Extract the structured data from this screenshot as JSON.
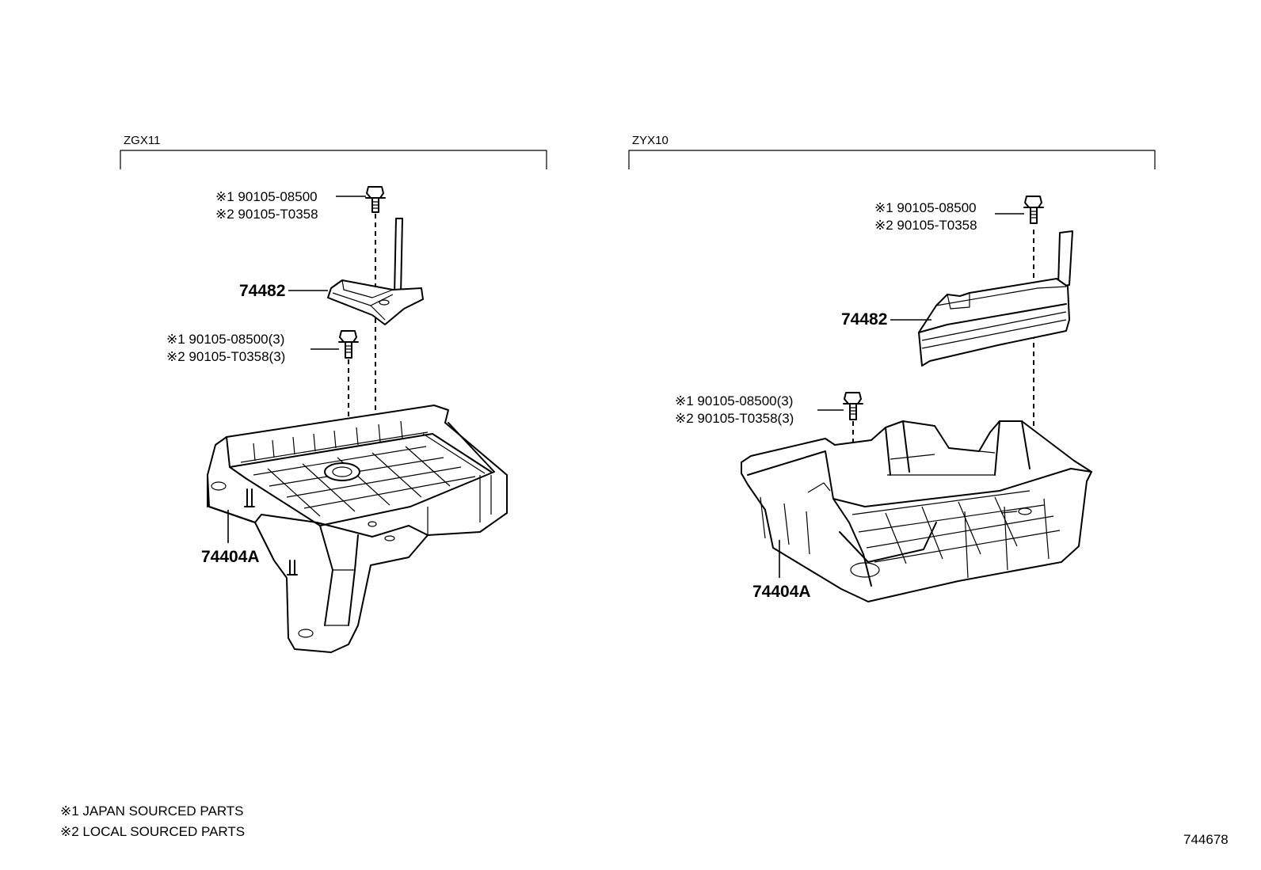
{
  "left": {
    "section": "ZGX11",
    "top_bolt": [
      "※1 90105-08500",
      "※2 90105-T0358"
    ],
    "mid_bolt": [
      "※1 90105-08500(3)",
      "※2 90105-T0358(3)"
    ],
    "bracket": "74482",
    "tray": "74404A"
  },
  "right": {
    "section": "ZYX10",
    "top_bolt": [
      "※1 90105-08500",
      "※2 90105-T0358"
    ],
    "mid_bolt": [
      "※1 90105-08500(3)",
      "※2 90105-T0358(3)"
    ],
    "bracket": "74482",
    "tray": "74404A"
  },
  "notes": [
    "※1 JAPAN SOURCED PARTS",
    "※2 LOCAL SOURCED PARTS"
  ],
  "ref_number": "744678"
}
